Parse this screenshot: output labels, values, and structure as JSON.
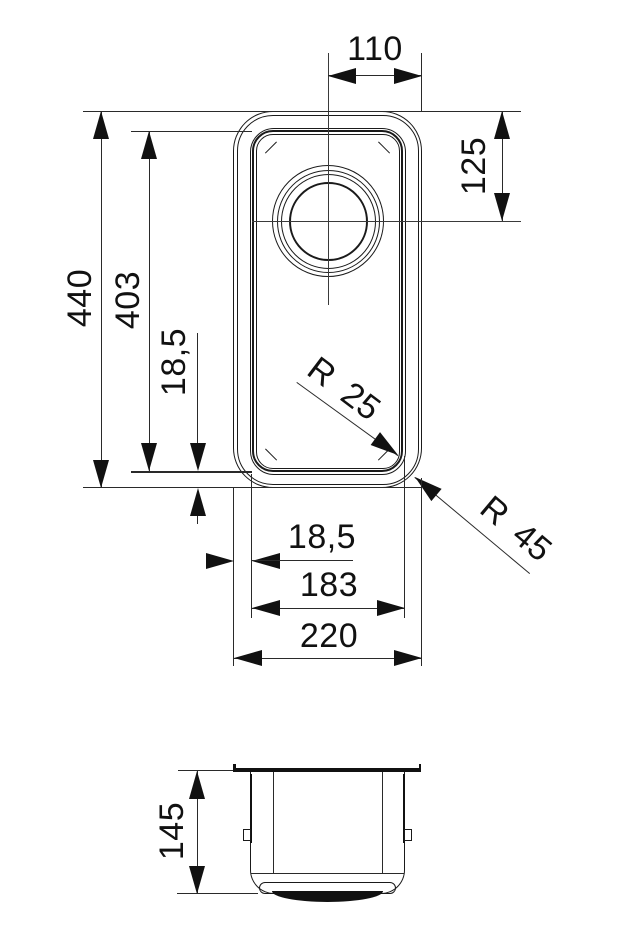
{
  "page": {
    "background": "#ffffff",
    "line_color": "#1a1a1a",
    "description": "Technical dimension drawing of an undermount sink bowl, top view and side view"
  },
  "top_view": {
    "dimensions": {
      "drain_center_from_right": "110",
      "drain_center_from_top": "125",
      "overall_length": "440",
      "bowl_length": "403",
      "rim_offset_bottom": "18,5",
      "rim_offset_left": "18,5",
      "bowl_width": "183",
      "overall_width": "220",
      "bowl_corner_radius": "R 25",
      "outer_corner_radius": "R 45"
    }
  },
  "side_view": {
    "dimensions": {
      "depth": "145"
    }
  }
}
